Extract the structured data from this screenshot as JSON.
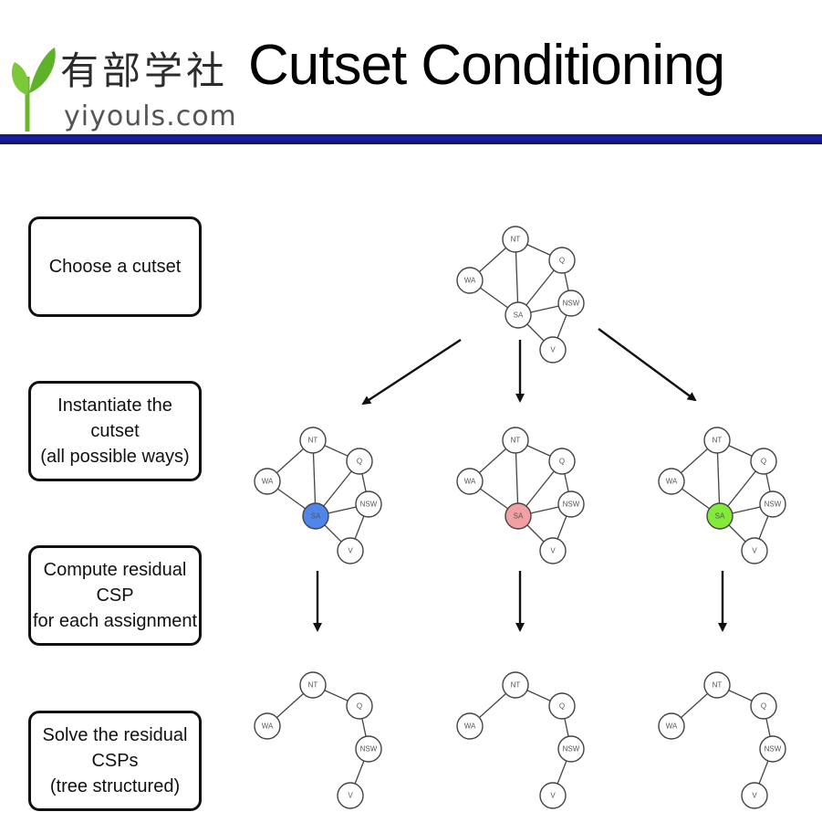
{
  "header": {
    "title": "Cutset Conditioning",
    "logo_cn": "有部学社",
    "logo_domain": "yiyouls.com",
    "rule_color": "#1d1dab"
  },
  "steps": [
    {
      "label": "Choose a cutset"
    },
    {
      "label": "Instantiate the cutset\n(all possible ways)"
    },
    {
      "label": "Compute residual CSP\nfor each assignment"
    },
    {
      "label": "Solve the residual CSPs\n(tree structured)"
    }
  ],
  "graph": {
    "node_labels": {
      "WA": "WA",
      "NT": "NT",
      "Q": "Q",
      "SA": "SA",
      "NSW": "NSW",
      "V": "V"
    },
    "edges": [
      [
        "WA",
        "NT"
      ],
      [
        "WA",
        "SA"
      ],
      [
        "NT",
        "Q"
      ],
      [
        "NT",
        "SA"
      ],
      [
        "SA",
        "Q"
      ],
      [
        "SA",
        "NSW"
      ],
      [
        "SA",
        "V"
      ],
      [
        "Q",
        "NSW"
      ],
      [
        "NSW",
        "V"
      ]
    ],
    "residual_edges": [
      [
        "WA",
        "NT"
      ],
      [
        "NT",
        "Q"
      ],
      [
        "Q",
        "NSW"
      ],
      [
        "NSW",
        "V"
      ]
    ],
    "cutset_node": "SA",
    "assignment_colors": [
      "#4f86ea",
      "#f2a0a3",
      "#84ea3a"
    ],
    "uncolored_fill": "#ffffff"
  }
}
